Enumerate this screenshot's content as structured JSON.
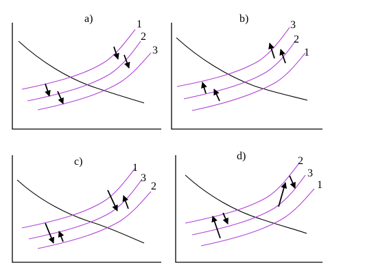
{
  "panels": [
    {
      "id": "a",
      "title": "a)",
      "curve_labels": [
        "1",
        "2",
        "3"
      ]
    },
    {
      "id": "b",
      "title": "b)",
      "curve_labels": [
        "3",
        "2",
        "1"
      ]
    },
    {
      "id": "c",
      "title": "c)",
      "curve_labels": [
        "1",
        "3",
        "2"
      ]
    },
    {
      "id": "d",
      "title": "d)",
      "curve_labels": [
        "2",
        "3",
        "1"
      ]
    }
  ],
  "colors": {
    "curves": "#b040d8",
    "axes": "#000000",
    "arrows": "#000000"
  }
}
